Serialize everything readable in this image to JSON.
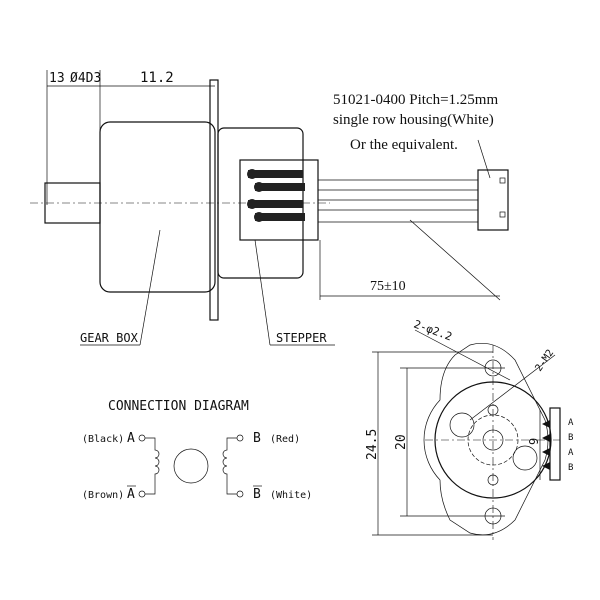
{
  "dimensions": {
    "shaft_len": "13",
    "shaft_dia": "Ø4D3",
    "gear_len": "11.2",
    "lead_len": "75±10",
    "height_total": "24.5",
    "hole_spacing": "20",
    "offset": "9",
    "holes": "2-φ2.2",
    "screws": "2-M2"
  },
  "connector_note": {
    "line1": "51021-0400 Pitch=1.25mm",
    "line2": "single row housing(White)",
    "line3": "Or the equivalent."
  },
  "labels": {
    "gear_box": "GEAR BOX",
    "stepper": "STEPPER"
  },
  "connection": {
    "title": "CONNECTION DIAGRAM",
    "a_color": "(Black)",
    "a": "A",
    "a_bar_color": "(Brown)",
    "a_bar": "A",
    "b": "B",
    "b_color": "(Red)",
    "b_bar": "B",
    "b_bar_color": "(White)"
  },
  "pins": [
    "A",
    "B",
    "A",
    "B"
  ]
}
